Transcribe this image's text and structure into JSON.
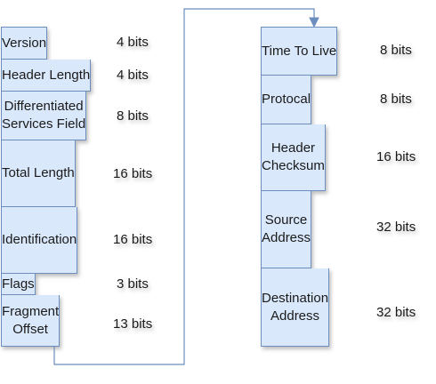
{
  "left_fields": [
    {
      "label": "Version",
      "bits": "4 bits"
    },
    {
      "label": "Header Length",
      "bits": "4 bits"
    },
    {
      "label": "Differentiated\nServices Field",
      "bits": "8 bits"
    },
    {
      "label": "Total Length",
      "bits": "16 bits"
    },
    {
      "label": "Identification",
      "bits": "16 bits"
    },
    {
      "label": "Flags",
      "bits": "3 bits"
    },
    {
      "label": "Fragment\nOffset",
      "bits": "13 bits"
    }
  ],
  "right_fields": [
    {
      "label": "Time To Live",
      "bits": "8 bits"
    },
    {
      "label": "Protocal",
      "bits": "8 bits"
    },
    {
      "label": "Header\nChecksum",
      "bits": "16 bits"
    },
    {
      "label": "Source\nAddress",
      "bits": "32 bits"
    },
    {
      "label": "Destination\nAddress",
      "bits": "32 bits"
    }
  ],
  "colors": {
    "fill": "#dae8fc",
    "stroke": "#6c8ebf",
    "connector": "#6c8ebf"
  }
}
